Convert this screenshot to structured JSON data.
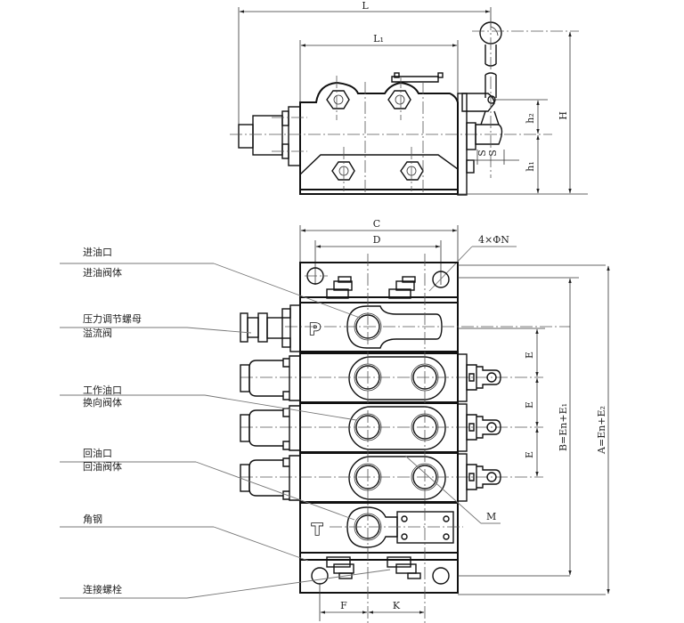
{
  "drawing": {
    "title": "Multi-way directional valve outline drawing",
    "side_view": {
      "dimensions": {
        "overall_length": "L",
        "body_length": "L₁",
        "height": "H",
        "upper_height": "h₂",
        "lower_height": "h₁",
        "stroke_left": "S",
        "stroke_right": "S"
      }
    },
    "front_view": {
      "port_letters": {
        "pressure": "P",
        "tank": "T"
      },
      "dimensions": {
        "width": "C",
        "hole_spacing": "D",
        "mount_holes": "4×ΦN",
        "section_pitch": [
          "E",
          "E",
          "E"
        ],
        "dim_B": "B=En+E₁",
        "dim_A": "A=En+E₂",
        "port_thread": "M",
        "dim_F": "F",
        "dim_K": "K"
      },
      "callouts": [
        {
          "label": "进油口"
        },
        {
          "label": "进油阀体"
        },
        {
          "label": "压力调节螺母"
        },
        {
          "label": "溢流阀"
        },
        {
          "label": "工作油口"
        },
        {
          "label": "换向阀体"
        },
        {
          "label": "回油口"
        },
        {
          "label": "回油阀体"
        },
        {
          "label": "角钢"
        },
        {
          "label": "连接螺栓"
        }
      ],
      "work_sections": 3
    }
  }
}
